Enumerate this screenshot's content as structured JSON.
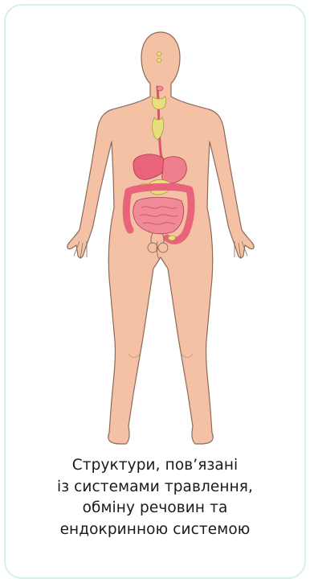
{
  "caption": {
    "lines": [
      "Структури, пов’язані",
      "із системами травлення,",
      "обміну речовин та",
      "ендокринною системою"
    ]
  },
  "colors": {
    "border": "#d7eef2",
    "skin": "#f5c1a4",
    "skin_outline": "#8a6a5a",
    "organ_red": "#e9637a",
    "organ_pink": "#f08a97",
    "gland_yellow": "#e7e07a"
  },
  "icons": [
    "human-body-illustration"
  ]
}
